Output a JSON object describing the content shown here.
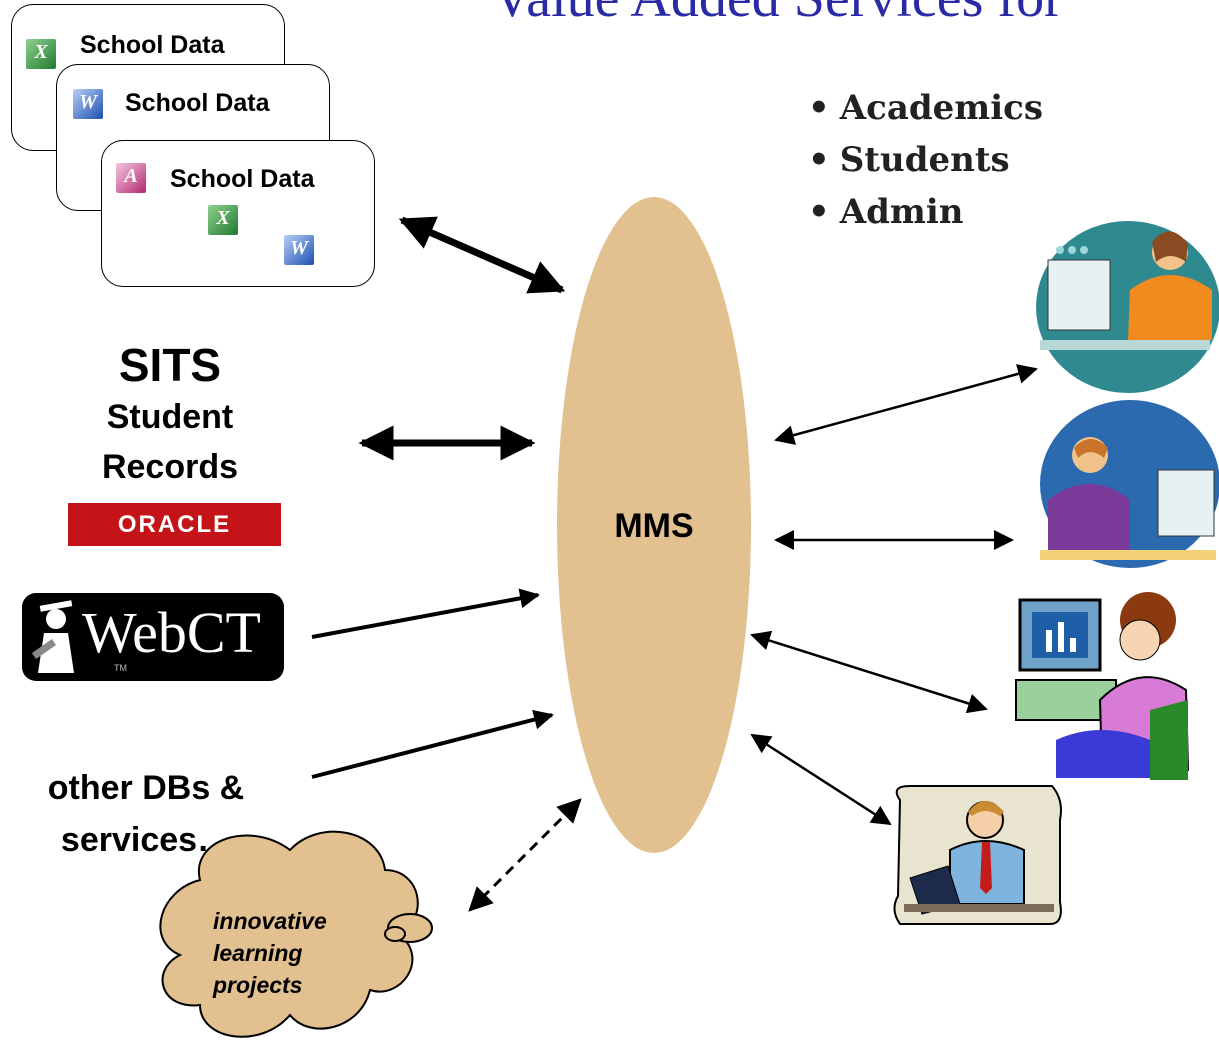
{
  "title": "Value Added Services for",
  "bullets": [
    "Academics",
    "Students",
    "Admin"
  ],
  "school_docs": [
    {
      "label": "School Data",
      "icon": "excel-icon"
    },
    {
      "label": "School Data",
      "icon": "word-icon"
    },
    {
      "label": "School Data",
      "icon": "access-icon"
    }
  ],
  "sits": {
    "title": "SITS",
    "line1": "Student",
    "line2": "Records"
  },
  "oracle": {
    "label": "ORACLE"
  },
  "webct": {
    "label": "WebCT",
    "tm": "TM"
  },
  "other": {
    "line1": "other DBs &",
    "line2": "services…"
  },
  "mms": {
    "label": "MMS"
  },
  "cloud": {
    "line1": "innovative",
    "line2": "learning",
    "line3": "projects"
  },
  "colors": {
    "title": "#2a2aa6",
    "mms": "#e2c08f",
    "cloud": "#e2c08f",
    "oracle": "#c51417"
  },
  "users": [
    "woman-at-computer-icon",
    "man-at-computer-icon",
    "woman-at-desktop-icon",
    "man-with-laptop-icon"
  ]
}
